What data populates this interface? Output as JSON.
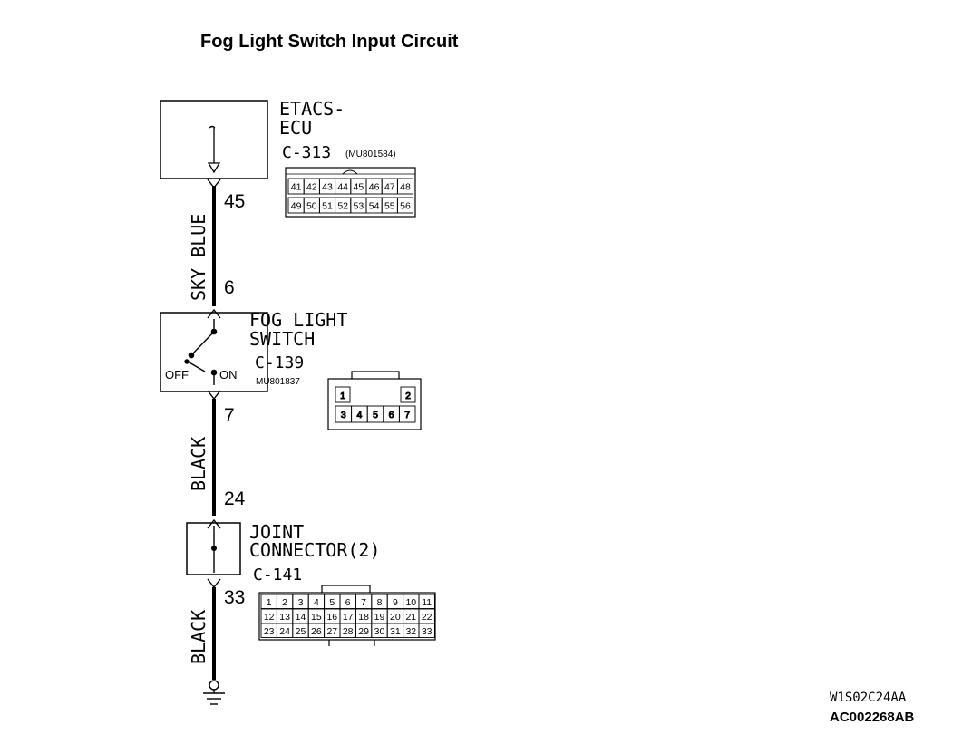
{
  "title": "Fog Light Switch Input Circuit",
  "etacs": {
    "name_line1": "ETACS-",
    "name_line2": "ECU",
    "connector": "C-313",
    "part": "(MU801584)",
    "pins_row1": [
      "41",
      "42",
      "43",
      "44",
      "45",
      "46",
      "47",
      "48"
    ],
    "pins_row2": [
      "49",
      "50",
      "51",
      "52",
      "53",
      "54",
      "55",
      "56"
    ]
  },
  "fog_switch": {
    "name_line1": "FOG LIGHT",
    "name_line2": "SWITCH",
    "connector": "C-139",
    "part": "MU801837",
    "off_label": "OFF",
    "on_label": "ON",
    "pins_top": [
      "1",
      "2"
    ],
    "pins_bottom": [
      "3",
      "4",
      "5",
      "6",
      "7"
    ]
  },
  "joint": {
    "name_line1": "JOINT",
    "name_line2": "CONNECTOR(2)",
    "connector": "C-141",
    "pins_row1": [
      "1",
      "2",
      "3",
      "4",
      "5",
      "6",
      "7",
      "8",
      "9",
      "10",
      "11"
    ],
    "pins_row2": [
      "12",
      "13",
      "14",
      "15",
      "16",
      "17",
      "18",
      "19",
      "20",
      "21",
      "22"
    ],
    "pins_row3": [
      "23",
      "24",
      "25",
      "26",
      "27",
      "28",
      "29",
      "30",
      "31",
      "32",
      "33"
    ]
  },
  "wires": {
    "w1_color": "SKY BLUE",
    "w1_pin_top": "45",
    "w1_pin_bottom": "6",
    "w2_color": "BLACK",
    "w2_pin_top": "7",
    "w2_pin_bottom": "24",
    "w3_color": "BLACK",
    "w3_pin_top": "33"
  },
  "codes": {
    "code1": "W1S02C24AA",
    "code2": "AC002268AB"
  }
}
